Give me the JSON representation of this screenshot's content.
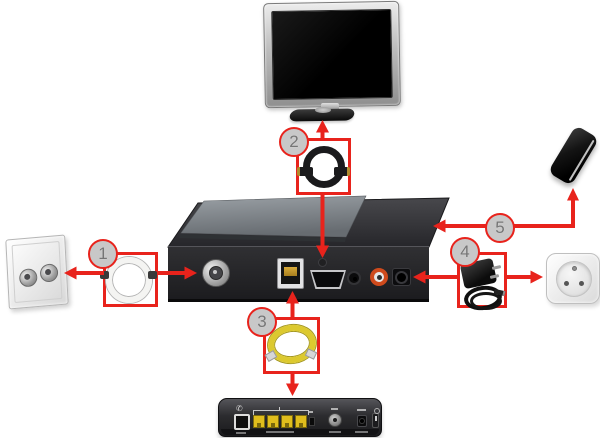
{
  "colors": {
    "background": "#ffffff",
    "arrow_red": "#e8231c",
    "badge_fill": "#c8c8c8",
    "badge_text": "#757575",
    "coax_cable_white": "#f4f4f2",
    "hdmi_cable_black": "#1a1a1c",
    "ethernet_cable_yellow": "#dcc92f",
    "ethernet_port_yellow": "#e0bd1d"
  },
  "steps": [
    {
      "label": "1",
      "item": "coaxial-sat-cable"
    },
    {
      "label": "2",
      "item": "hdmi-cable"
    },
    {
      "label": "3",
      "item": "ethernet-cable"
    },
    {
      "label": "4",
      "item": "power-adapter"
    },
    {
      "label": "5",
      "item": "external-hard-drive"
    }
  ],
  "devices": {
    "top": "tv",
    "center": "set-top-box-rear-panel",
    "left": "satellite-wall-socket",
    "bottom": "router-rear-panel",
    "right": "power-outlet",
    "top_right": "external-hard-drive"
  },
  "icons": {
    "phone": "✆"
  }
}
